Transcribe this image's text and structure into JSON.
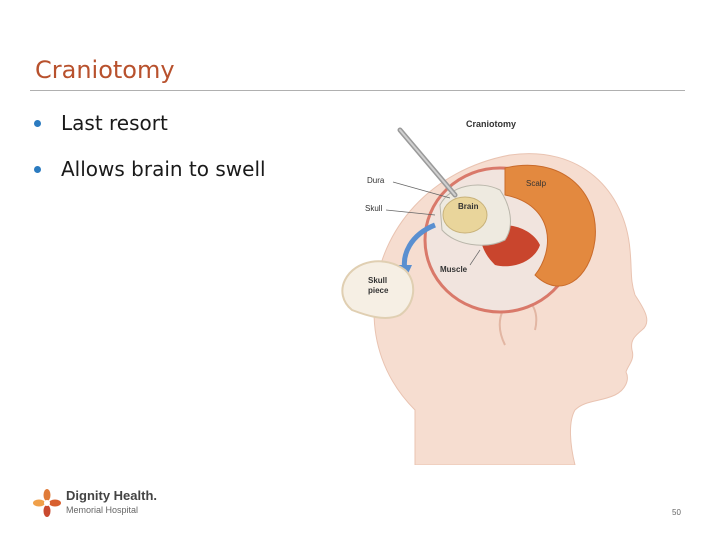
{
  "slide": {
    "title": "Craniotomy",
    "bullets": [
      "Last resort",
      "Allows brain to swell"
    ]
  },
  "figure": {
    "heading": "Craniotomy",
    "labels": {
      "dura": "Dura",
      "skull": "Skull",
      "brain": "Brain",
      "scalp": "Scalp",
      "muscle": "Muscle",
      "skull_piece_line1": "Skull",
      "skull_piece_line2": "piece"
    },
    "icons": [
      "head-silhouette",
      "surgical-instrument",
      "curved-arrow"
    ]
  },
  "footer": {
    "logo_name": "Dignity Health.",
    "logo_sub": "Memorial Hospital",
    "page_number": "50"
  },
  "colors": {
    "title": "#b8512d",
    "bullet": "#2b7bc0",
    "rule": "#b0b0b0"
  }
}
